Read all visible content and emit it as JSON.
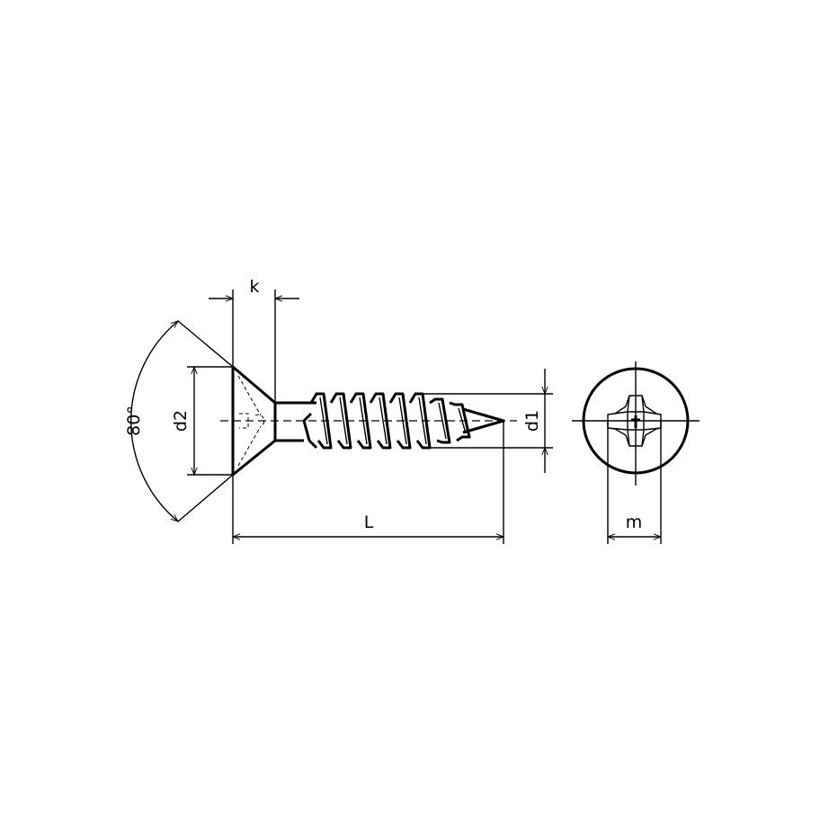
{
  "drawing": {
    "labels": {
      "k": "k",
      "d2": "d2",
      "angle": "80°",
      "L": "L",
      "d1": "d1",
      "m": "m"
    },
    "colors": {
      "line": "#000000",
      "background": "#ffffff"
    }
  }
}
